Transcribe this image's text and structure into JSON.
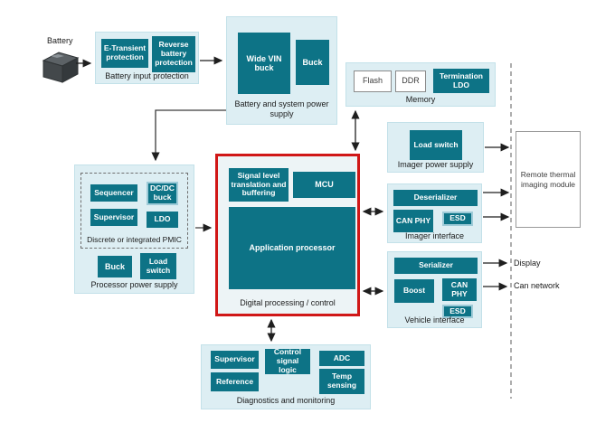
{
  "colors": {
    "teal_block": "#0d7386",
    "container_bg": "#ddeef3",
    "container_border": "#c3e1e9",
    "outlined_block_border": "#9ecbd8",
    "highlight_red": "#d01717",
    "highlight_bg": "#edf4f6",
    "arrow": "#1f1f1f",
    "dashed_boundary": "#888888"
  },
  "diagram": {
    "battery": {
      "label": "Battery"
    },
    "battery_input": {
      "title": "Battery input protection",
      "blocks": {
        "e_transient": "E-Transient protection",
        "reverse_battery": "Reverse battery protection"
      }
    },
    "battery_system_supply": {
      "title": "Battery and system power supply",
      "blocks": {
        "wide_vin_buck": "Wide VIN buck",
        "buck": "Buck"
      }
    },
    "memory": {
      "title": "Memory",
      "blocks": {
        "flash": "Flash",
        "ddr": "DDR",
        "termination_ldo": "Termination LDO"
      }
    },
    "imager_power_supply": {
      "title": "Imager power supply",
      "blocks": {
        "load_switch": "Load switch"
      }
    },
    "imager_interface": {
      "title": "Imager interface",
      "blocks": {
        "deserializer": "Deserializer",
        "can_phy": "CAN PHY",
        "esd": "ESD"
      }
    },
    "vehicle_interface": {
      "title": "Vehicle interface",
      "blocks": {
        "serializer": "Serializer",
        "boost": "Boost",
        "can_phy": "CAN PHY",
        "esd": "ESD"
      }
    },
    "remote_module": {
      "label": "Remote thermal imaging module"
    },
    "outputs": {
      "display": "Display",
      "can_network": "Can network"
    },
    "processor_power_supply": {
      "title": "Processor power supply",
      "pmic": {
        "title": "Discrete or integrated PMIC",
        "blocks": {
          "sequencer": "Sequencer",
          "dcdc_buck": "DC/DC buck",
          "supervisor": "Supervisor",
          "ldo": "LDO"
        }
      },
      "blocks": {
        "buck": "Buck",
        "load_switch": "Load switch"
      }
    },
    "digital_processing": {
      "title": "Digital processing / control",
      "blocks": {
        "signal_level": "Signal level translation and buffering",
        "mcu": "MCU",
        "application_processor": "Application processor"
      }
    },
    "diagnostics": {
      "title": "Diagnostics and monitoring",
      "blocks": {
        "supervisor": "Supervisor",
        "reference": "Reference",
        "control_signal_logic": "Control signal logic",
        "adc": "ADC",
        "temp_sensing": "Temp sensing"
      }
    }
  }
}
